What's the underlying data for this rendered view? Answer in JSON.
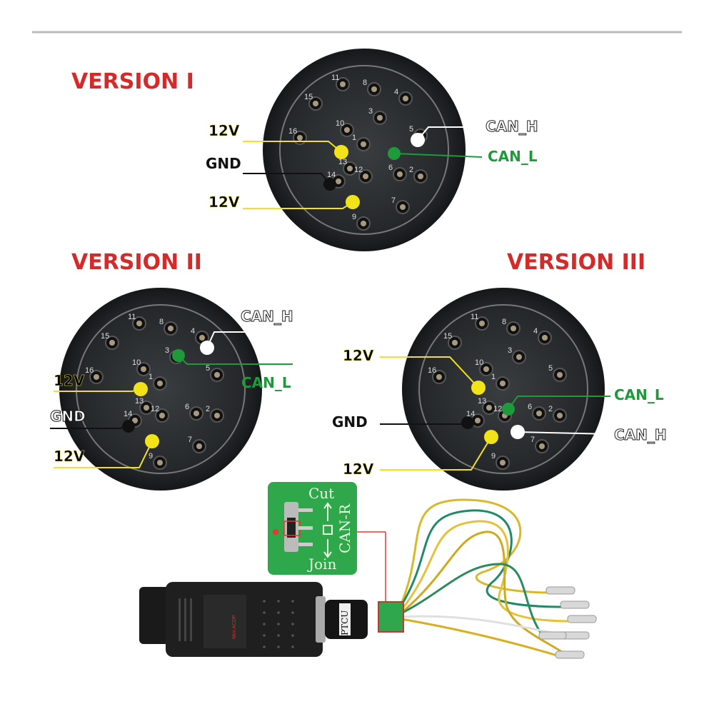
{
  "versions": [
    {
      "title": "VERSION I",
      "labels": {
        "v12_top": "12V",
        "gnd": "GND",
        "v12_bottom": "12V",
        "can_h": "CAN_H",
        "can_l": "CAN_L"
      }
    },
    {
      "title": "VERSION II",
      "labels": {
        "v12_top": "12V",
        "gnd": "GND",
        "v12_bottom": "12V",
        "can_h": "CAN_H",
        "can_l": "CAN_L"
      }
    },
    {
      "title": "VERSION III",
      "labels": {
        "v12_top": "12V",
        "gnd": "GND",
        "v12_bottom": "12V",
        "can_h": "CAN_H",
        "can_l": "CAN_L"
      }
    }
  ],
  "pin_numbers": [
    "11",
    "8",
    "4",
    "15",
    "3",
    "10",
    "16",
    "1",
    "5",
    "13",
    "6",
    "2",
    "14",
    "12",
    "7",
    "9"
  ],
  "colors": {
    "title": "#d42a2a",
    "v12": "#f2e21a",
    "gnd": "#111111",
    "can_h": "#ffffff",
    "can_l": "#1f9a3a",
    "pcb": "#2ea84a"
  },
  "pcb_board": {
    "cut": "Cut",
    "join": "Join",
    "can_r": "CAN-R"
  },
  "adapter": {
    "plug_label": "PTCU",
    "brand": "Mini ACDP"
  }
}
